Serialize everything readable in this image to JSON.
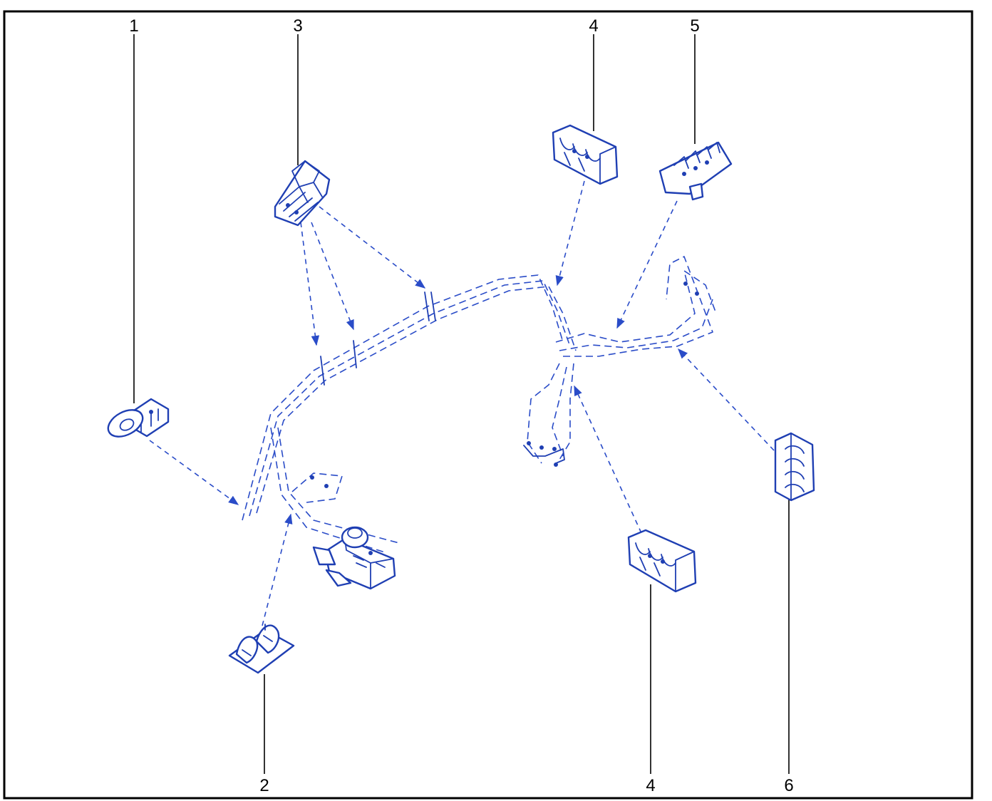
{
  "diagram": {
    "callouts": [
      {
        "id": "c1",
        "label": "1"
      },
      {
        "id": "c2",
        "label": "2"
      },
      {
        "id": "c3",
        "label": "3"
      },
      {
        "id": "c4a",
        "label": "4"
      },
      {
        "id": "c4b",
        "label": "4"
      },
      {
        "id": "c5",
        "label": "5"
      },
      {
        "id": "c6",
        "label": "6"
      }
    ],
    "colors": {
      "part_outline": "#1f3fb3",
      "dashed_lines": "#2a4cc8",
      "frame": "#000000"
    }
  }
}
